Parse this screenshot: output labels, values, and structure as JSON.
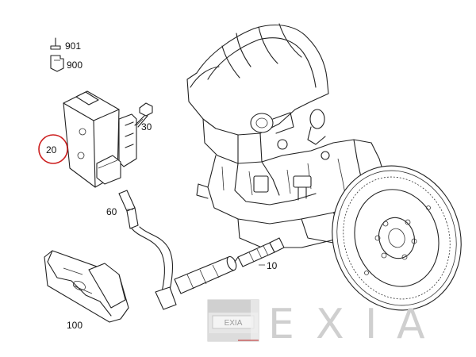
{
  "callouts": {
    "part_901": "901",
    "part_900": "900",
    "part_30": "30",
    "part_20": "20",
    "part_60": "60",
    "part_10": "10",
    "part_100": "100"
  },
  "highlight": {
    "part": "20",
    "color": "#cc1f1f"
  },
  "watermark": {
    "badge_text": "EXIA",
    "letters": [
      "E",
      "X",
      "I",
      "A"
    ],
    "color": "#cfcfcf"
  }
}
